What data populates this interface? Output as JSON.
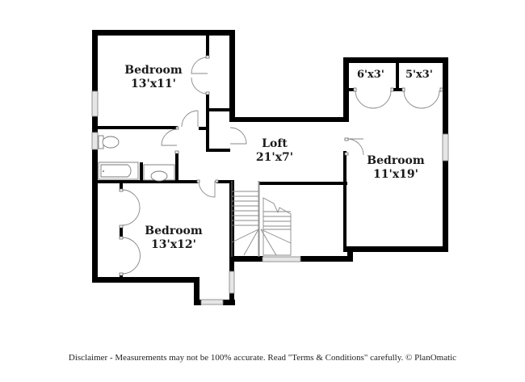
{
  "floorplan": {
    "rooms": [
      {
        "id": "bedroom-nw",
        "name": "Bedroom",
        "dimensions": "13'x11'"
      },
      {
        "id": "loft",
        "name": "Loft",
        "dimensions": "21'x7'"
      },
      {
        "id": "bedroom-east",
        "name": "Bedroom",
        "dimensions": "11'x19'"
      },
      {
        "id": "bedroom-sw",
        "name": "Bedroom",
        "dimensions": "13'x12'"
      }
    ],
    "closets": [
      {
        "id": "closet-1",
        "dimensions": "6'x3'"
      },
      {
        "id": "closet-2",
        "dimensions": "5'x3'"
      }
    ],
    "fixtures": [
      "toilet",
      "bathtub",
      "sink",
      "staircase"
    ]
  },
  "footer": {
    "disclaimer": "Disclaimer - Measurements may not be 100% accurate. Read \"Terms & Conditions\" carefully. © PlanOmatic"
  },
  "colors": {
    "wall": "#000000",
    "background": "#ffffff",
    "fixture_line": "#8a8a8a",
    "window_fill": "#e6e6e6"
  }
}
